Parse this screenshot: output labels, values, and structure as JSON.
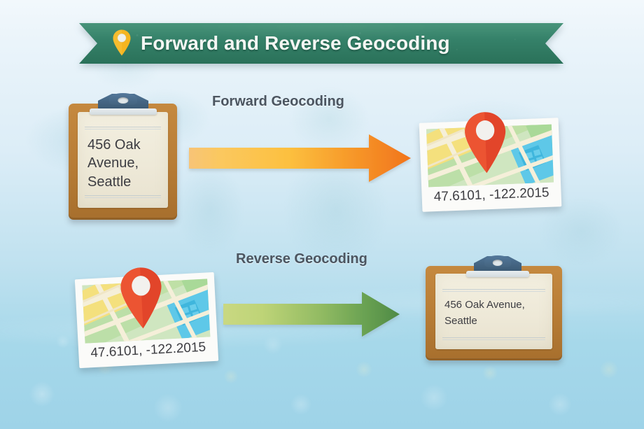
{
  "banner": {
    "title": "Forward and Reverse Geocoding",
    "pin_icon": "map-pin-icon",
    "bg_color": "#358169",
    "text_color": "#f4f6f3",
    "pin_color": "#f5b51f"
  },
  "sections": {
    "forward": {
      "label": "Forward Geocoding",
      "arrow_icon": "arrow-right-icon",
      "arrow_color_start": "#f7c477",
      "arrow_color_end": "#f1741c",
      "input": {
        "type": "clipboard",
        "clip_icon": "clipboard-clip-icon",
        "lines": [
          "456 Oak",
          "Avenue,",
          "Seattle"
        ],
        "board_color": "#b87d36",
        "paper_color": "#eee9d8"
      },
      "output": {
        "type": "map-card",
        "pin_icon": "map-pin-icon",
        "caption": "47.6101, -122.2015",
        "pin_color": "#e2452a"
      }
    },
    "reverse": {
      "label": "Reverse Geocoding",
      "arrow_icon": "arrow-right-icon",
      "arrow_color_start": "#c2d479",
      "arrow_color_end": "#4f8a46",
      "input": {
        "type": "map-card",
        "pin_icon": "map-pin-icon",
        "caption": "47.6101, -122.2015",
        "pin_color": "#e2452a"
      },
      "output": {
        "type": "clipboard",
        "clip_icon": "clipboard-clip-icon",
        "lines": [
          "456 Oak Avenue,",
          "Seattle"
        ],
        "board_color": "#b87d36",
        "paper_color": "#eee9d8"
      }
    }
  },
  "background": {
    "style": "watercolor-world-map",
    "top_color": "#f2f8fc",
    "bottom_color": "#9ed3e8"
  }
}
